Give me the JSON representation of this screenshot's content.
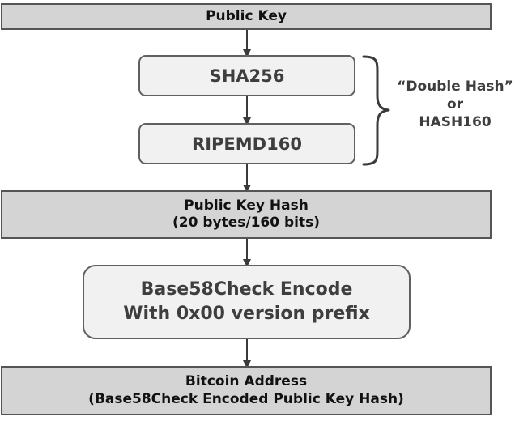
{
  "diagram": {
    "public_key": "Public Key",
    "sha256": "SHA256",
    "ripemd160": "RIPEMD160",
    "note": {
      "line1": "“Double Hash”",
      "line2": "or",
      "line3": "HASH160"
    },
    "public_key_hash": {
      "line1": "Public Key Hash",
      "line2": "(20 bytes/160 bits)"
    },
    "encode": {
      "line1": "Base58Check Encode",
      "line2": "With 0x00 version prefix"
    },
    "bitcoin_address": {
      "line1": "Bitcoin Address",
      "line2": "(Base58Check Encoded Public Key Hash)"
    }
  }
}
